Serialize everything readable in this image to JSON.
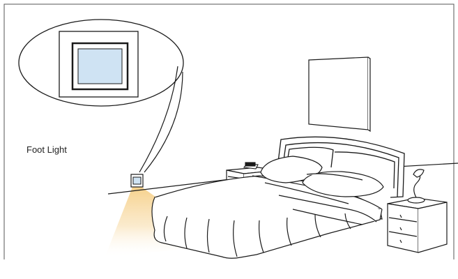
{
  "labels": {
    "foot_light": "Foot Light"
  },
  "colors": {
    "line": "#1a1a1a",
    "panel_blue": "#cfe3f3",
    "light_glow": "#f7d79a",
    "frame_border": "#555555"
  },
  "icons": [
    "foot-light-fixture-icon",
    "magnified-callout-bubble",
    "bed",
    "nightstand-left",
    "nightstand-right",
    "desk-lamp",
    "wall-painting",
    "phone-on-nightstand"
  ]
}
